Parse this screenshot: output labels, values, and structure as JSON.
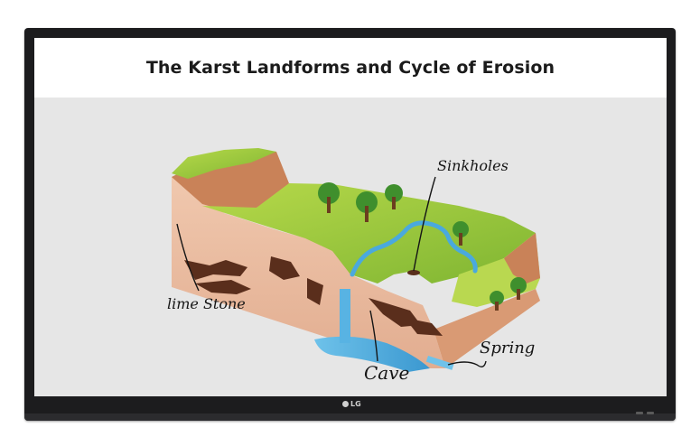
{
  "page": {
    "title": "The Karst Landforms and Cycle of Erosion"
  },
  "diagram": {
    "labels": {
      "sinkholes": "Sinkholes",
      "limestone": "lime Stone",
      "spring": "Spring",
      "cave": "Cave"
    }
  },
  "device": {
    "brand": "LG"
  },
  "colors": {
    "screen_bg": "#e6e6e6",
    "grass": "#9ccb3c",
    "rock": "#e7b79c",
    "cliff": "#c98258",
    "water": "#4aa9dd",
    "bezel": "#1c1c1e"
  }
}
